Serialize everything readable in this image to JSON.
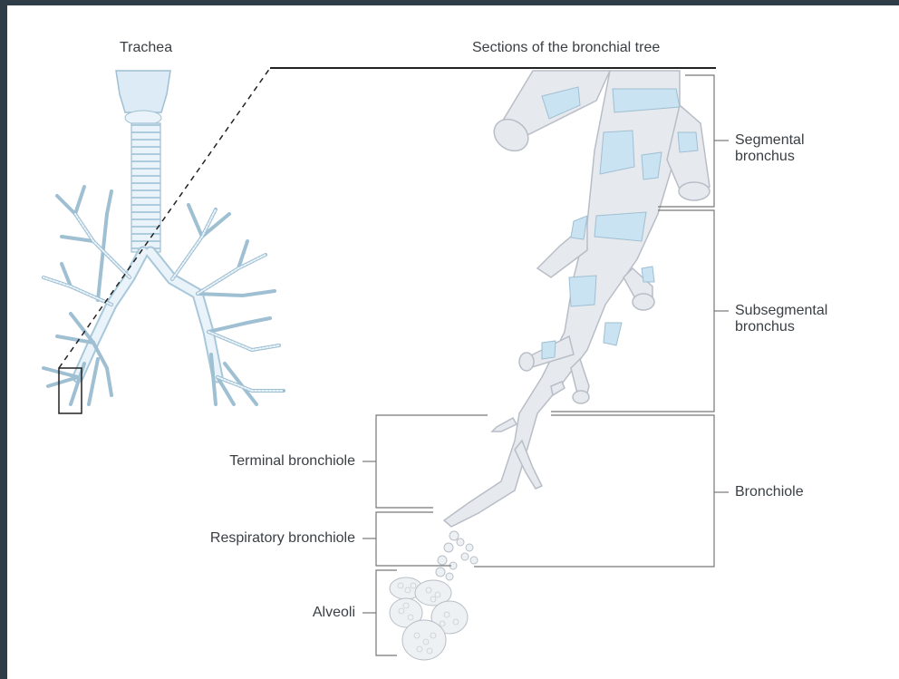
{
  "titles": {
    "trachea": "Trachea",
    "sections": "Sections of the bronchial tree"
  },
  "labels": {
    "segmental": "Segmental\nbronchus",
    "subsegmental": "Subsegmental\nbronchus",
    "bronchiole": "Bronchiole",
    "terminal_bronchiole": "Terminal bronchiole",
    "respiratory_bronchiole": "Respiratory bronchiole",
    "alveoli": "Alveoli"
  },
  "colors": {
    "frame": "#2f3d49",
    "airway_fill": "#e6e9ee",
    "airway_stroke": "#b8bec7",
    "cartilage": "#c9e3f2",
    "trachea_ring": "#cfe4f1",
    "line": "#777777"
  }
}
